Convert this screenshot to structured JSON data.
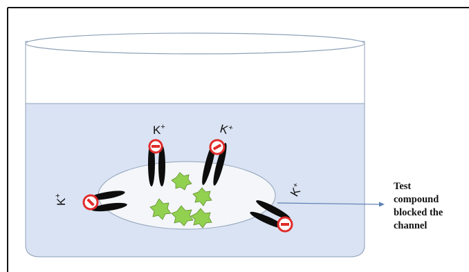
{
  "labels": {
    "ion_symbol": "K",
    "ion_charge": "+"
  },
  "caption": {
    "lines": [
      "Test",
      "compound",
      "blocked the",
      "channel"
    ]
  },
  "colors": {
    "frame": "#111111",
    "liquid": "#dae3f3",
    "container_outline": "#8ea1b8",
    "cell": "#f4f6fa",
    "channel_subunit": "#0d0d0d",
    "block_symbol": "#e02b2b",
    "compound": "#92d050",
    "arrow": "#5b7fb2"
  },
  "icons": {
    "channel": "ion-channel-icon",
    "block": "no-entry-icon",
    "compound": "compound-particle-icon"
  }
}
